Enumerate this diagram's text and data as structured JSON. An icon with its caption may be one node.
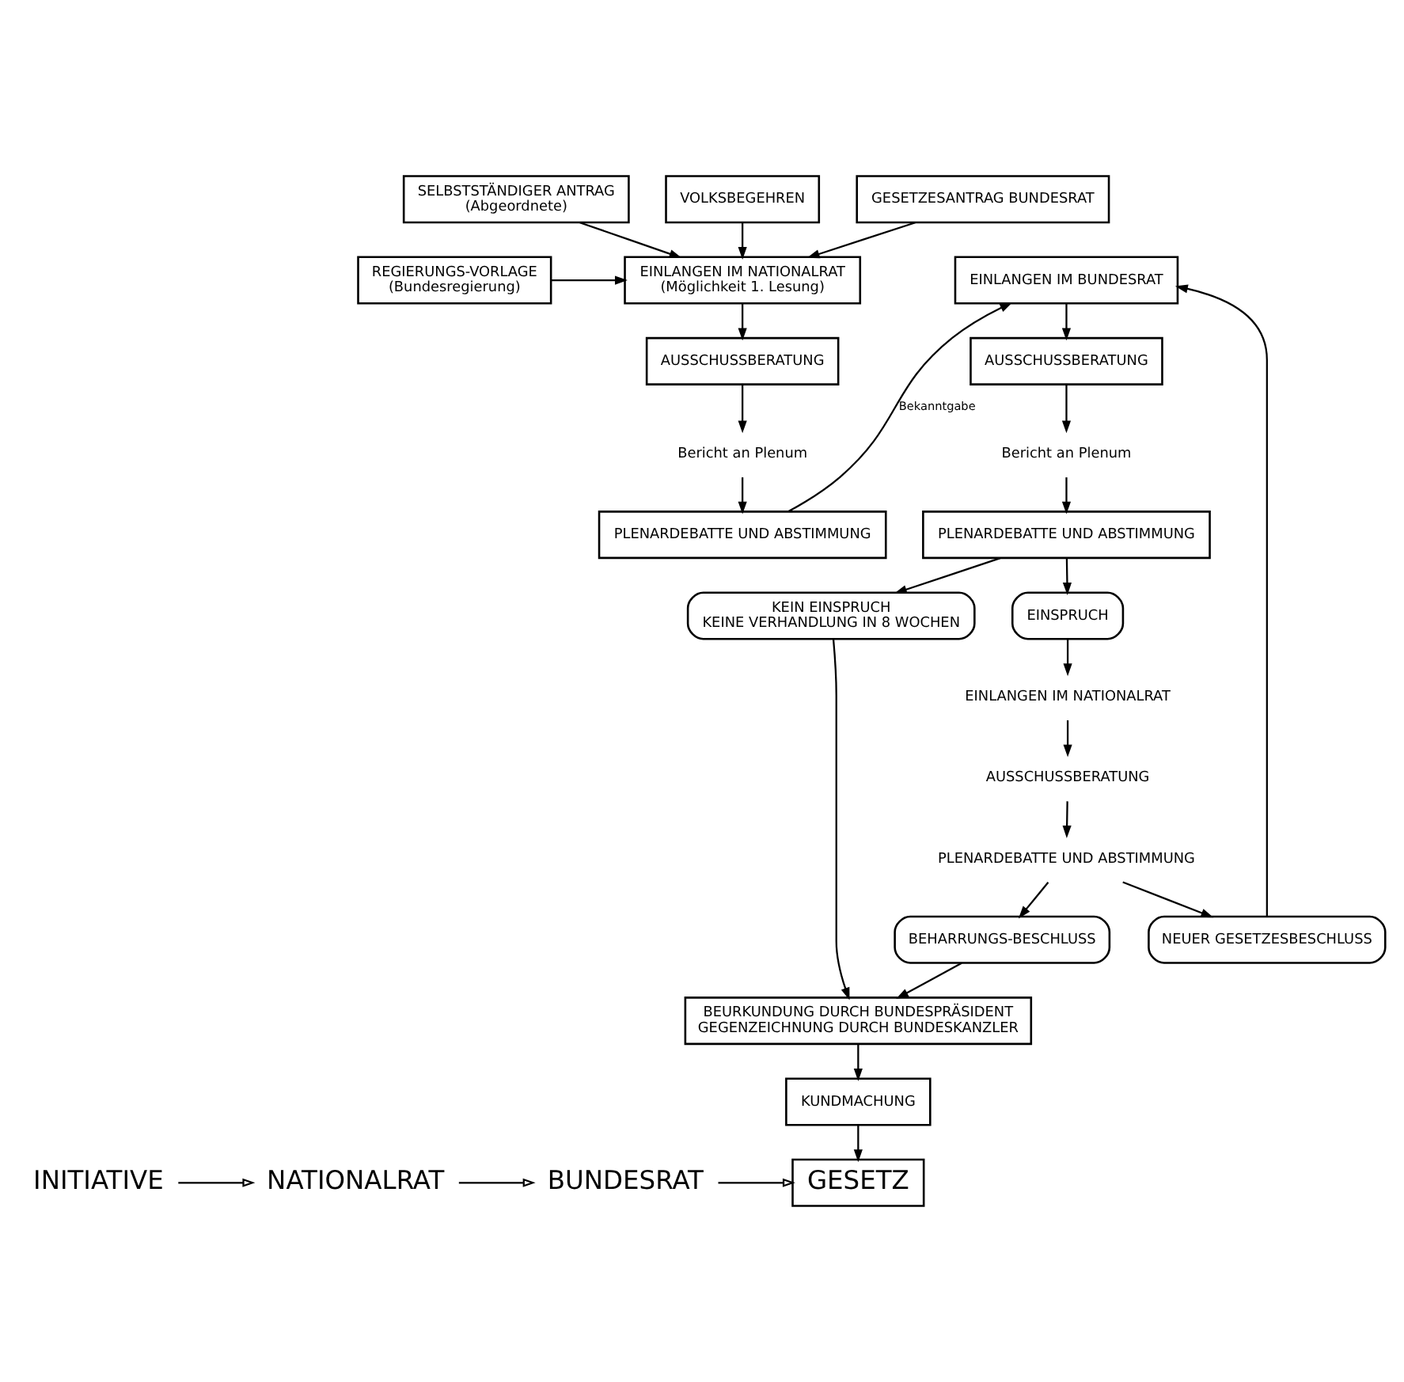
{
  "diagram": {
    "nodes": [
      {
        "text": [
          "REGIERUNGS-VORLAGE",
          "(Bundesregierung)"
        ]
      },
      {
        "text": [
          "SELBSTSTÄNDIGER ANTRAG",
          "(Abgeordnete)"
        ]
      },
      {
        "text": [
          "VOLKSBEGEHREN"
        ]
      },
      {
        "text": [
          "GESETZESANTRAG BUNDESRAT"
        ]
      },
      {
        "text": [
          "EINLANGEN IM NATIONALRAT",
          "(Möglichkeit 1. Lesung)"
        ]
      },
      {
        "text": [
          "AUSSCHUSSBERATUNG"
        ]
      },
      {
        "text": [
          "Bericht an Plenum"
        ]
      },
      {
        "text": [
          "PLENARDEBATTE UND ABSTIMMUNG"
        ]
      },
      {
        "text": [
          "EINLANGEN IM BUNDESRAT"
        ]
      },
      {
        "text": [
          "AUSSCHUSSBERATUNG"
        ]
      },
      {
        "text": [
          "Bericht an Plenum"
        ]
      },
      {
        "text": [
          "PLENARDEBATTE UND ABSTIMMUNG"
        ]
      },
      {
        "text": [
          "EINSPRUCH"
        ]
      },
      {
        "text": [
          "KEIN EINSPRUCH",
          "KEINE VERHANDLUNG IN 8 WOCHEN"
        ]
      },
      {
        "text": [
          "EINLANGEN IM NATIONALRAT"
        ]
      },
      {
        "text": [
          "AUSSCHUSSBERATUNG"
        ]
      },
      {
        "text": [
          "PLENARDEBATTE UND ABSTIMMUNG"
        ]
      },
      {
        "text": [
          "NEUER GESETZESBESCHLUSS"
        ]
      },
      {
        "text": [
          "BEHARRUNGS-BESCHLUSS"
        ]
      },
      {
        "text": [
          "BEURKUNDUNG DURCH BUNDESPRÄSIDENT",
          "GEGENZEICHNUNG DURCH BUNDESKANZLER"
        ]
      },
      {
        "text": [
          "KUNDMACHUNG"
        ]
      },
      {
        "text": [
          "INITIATIVE"
        ]
      },
      {
        "text": [
          "NATIONALRAT"
        ]
      },
      {
        "text": [
          "BUNDESRAT"
        ]
      },
      {
        "text": [
          "GESETZ"
        ]
      }
    ],
    "edges": [
      {
        "from": 0,
        "to": 4,
        "arrow": "to"
      },
      {
        "from": 1,
        "to": 4,
        "arrow": "to"
      },
      {
        "from": 2,
        "to": 4,
        "arrow": "to"
      },
      {
        "from": 3,
        "to": 4,
        "arrow": "to"
      },
      {
        "from": 4,
        "to": 5,
        "arrow": "to"
      },
      {
        "from": 5,
        "to": 6,
        "arrow": "to"
      },
      {
        "from": 6,
        "to": 7,
        "arrow": "to"
      },
      {
        "from": 7,
        "to": 8,
        "arrow": "to",
        "label": "Bekanntgabe"
      },
      {
        "from": 17,
        "to": 8,
        "arrow": "to"
      },
      {
        "from": 8,
        "to": 9,
        "arrow": "to"
      },
      {
        "from": 9,
        "to": 10,
        "arrow": "to"
      },
      {
        "from": 10,
        "to": 11,
        "arrow": "to"
      },
      {
        "from": 11,
        "to": 12,
        "arrow": "to"
      },
      {
        "from": 11,
        "to": 13,
        "arrow": "to"
      },
      {
        "from": 12,
        "to": 14,
        "arrow": "to"
      },
      {
        "from": 14,
        "to": 15,
        "arrow": "to"
      },
      {
        "from": 15,
        "to": 16,
        "arrow": "to"
      },
      {
        "from": 16,
        "to": 17,
        "arrow": "to"
      },
      {
        "from": 16,
        "to": 18,
        "arrow": "to"
      },
      {
        "from": 13,
        "to": 19,
        "arrow": "to"
      },
      {
        "from": 18,
        "to": 19,
        "arrow": "to"
      },
      {
        "from": 19,
        "to": 20,
        "arrow": "to"
      },
      {
        "from": 20,
        "to": 24,
        "arrow": "to"
      },
      {
        "from": 21,
        "to": 22,
        "arrow": "to"
      },
      {
        "from": 22,
        "to": 23,
        "arrow": "to"
      },
      {
        "from": 23,
        "to": 24,
        "arrow": "to"
      }
    ]
  }
}
